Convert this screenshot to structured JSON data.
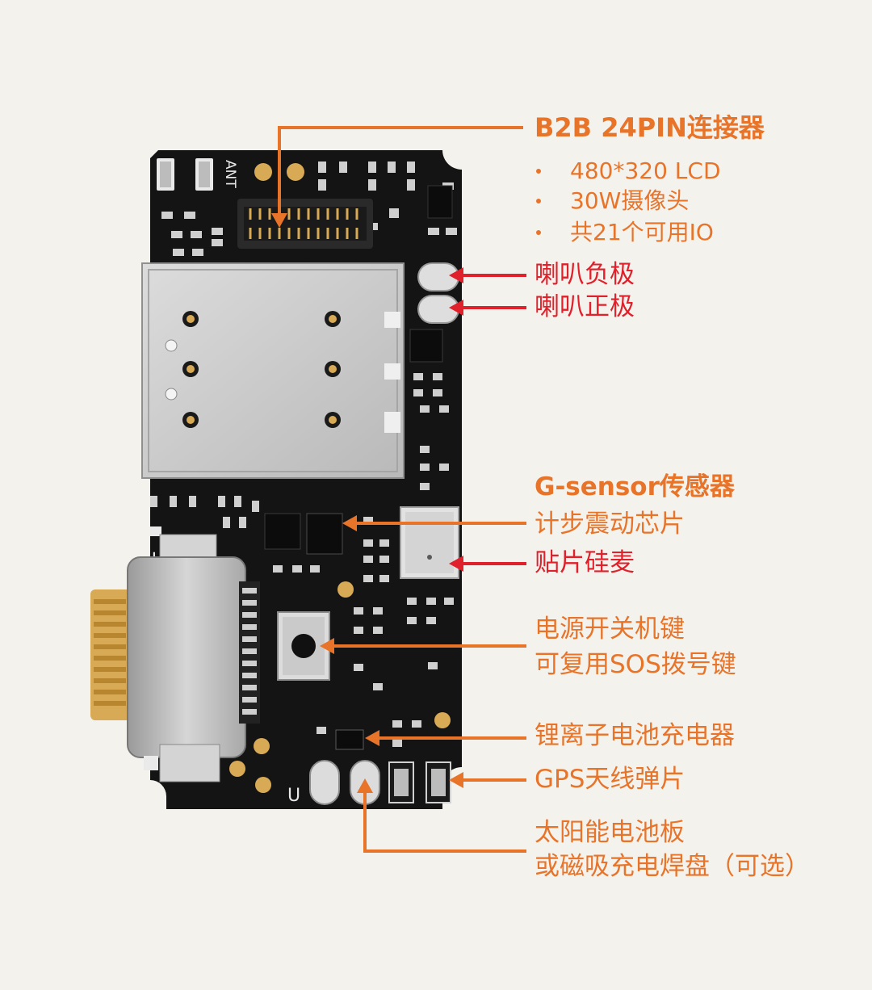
{
  "colors": {
    "orange": "#e8742a",
    "red": "#e0202a",
    "background": "#f4f2ed",
    "pcb": "#141414",
    "metal": "#c9c9c9",
    "gold": "#d8aa55"
  },
  "board": {
    "silkscreen_ant": "ANT",
    "silkscreen_plus": "+",
    "silkscreen_u": "U"
  },
  "callouts": {
    "b2b": {
      "title": "B2B 24PIN连接器",
      "bullets": [
        "480*320 LCD",
        "30W摄像头",
        "共21个可用IO"
      ]
    },
    "speaker_neg": "喇叭负极",
    "speaker_pos": "喇叭正极",
    "gsensor": {
      "title": "G-sensor传感器",
      "subtitle": "计步震动芯片"
    },
    "mic": "贴片硅麦",
    "power_key": {
      "line1": "电源开关机键",
      "line2": "可复用SOS拨号键"
    },
    "charger": "锂离子电池充电器",
    "gps": "GPS天线弹片",
    "solar": {
      "line1": "太阳能电池板",
      "line2": "或磁吸充电焊盘（可选）"
    }
  }
}
